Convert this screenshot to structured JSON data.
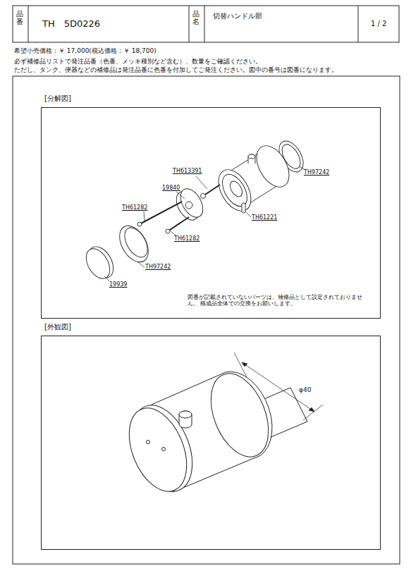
{
  "diagram": {
    "nodes": [
      {
        "text": [
          "[分解図]"
        ]
      },
      {
        "text": [
          "[外観図]"
        ]
      }
    ],
    "labels": [
      "品番",
      "TH　5D0226",
      "品名",
      "切替ハンドル部",
      "1 / 2",
      "希望小売価格：￥ 17,000(税込価格：￥ 18,700)",
      "必ず補修品リストで発注品番（色番、メッキ種別など含む）、数量をご確認ください。",
      "ただし、タンク、便器などの補修品は発注品番に色番を付加してご発注ください。図中の番号は図番になります。",
      "TH613391",
      "19840",
      "TH61282",
      "TH97242",
      "TH61221",
      "TH61282",
      "TH97242",
      "19939",
      "図番が記載されていないパーツは、補修品として設定されておりません。 構成品全体での交換をお願いします。",
      "φ40"
    ]
  }
}
